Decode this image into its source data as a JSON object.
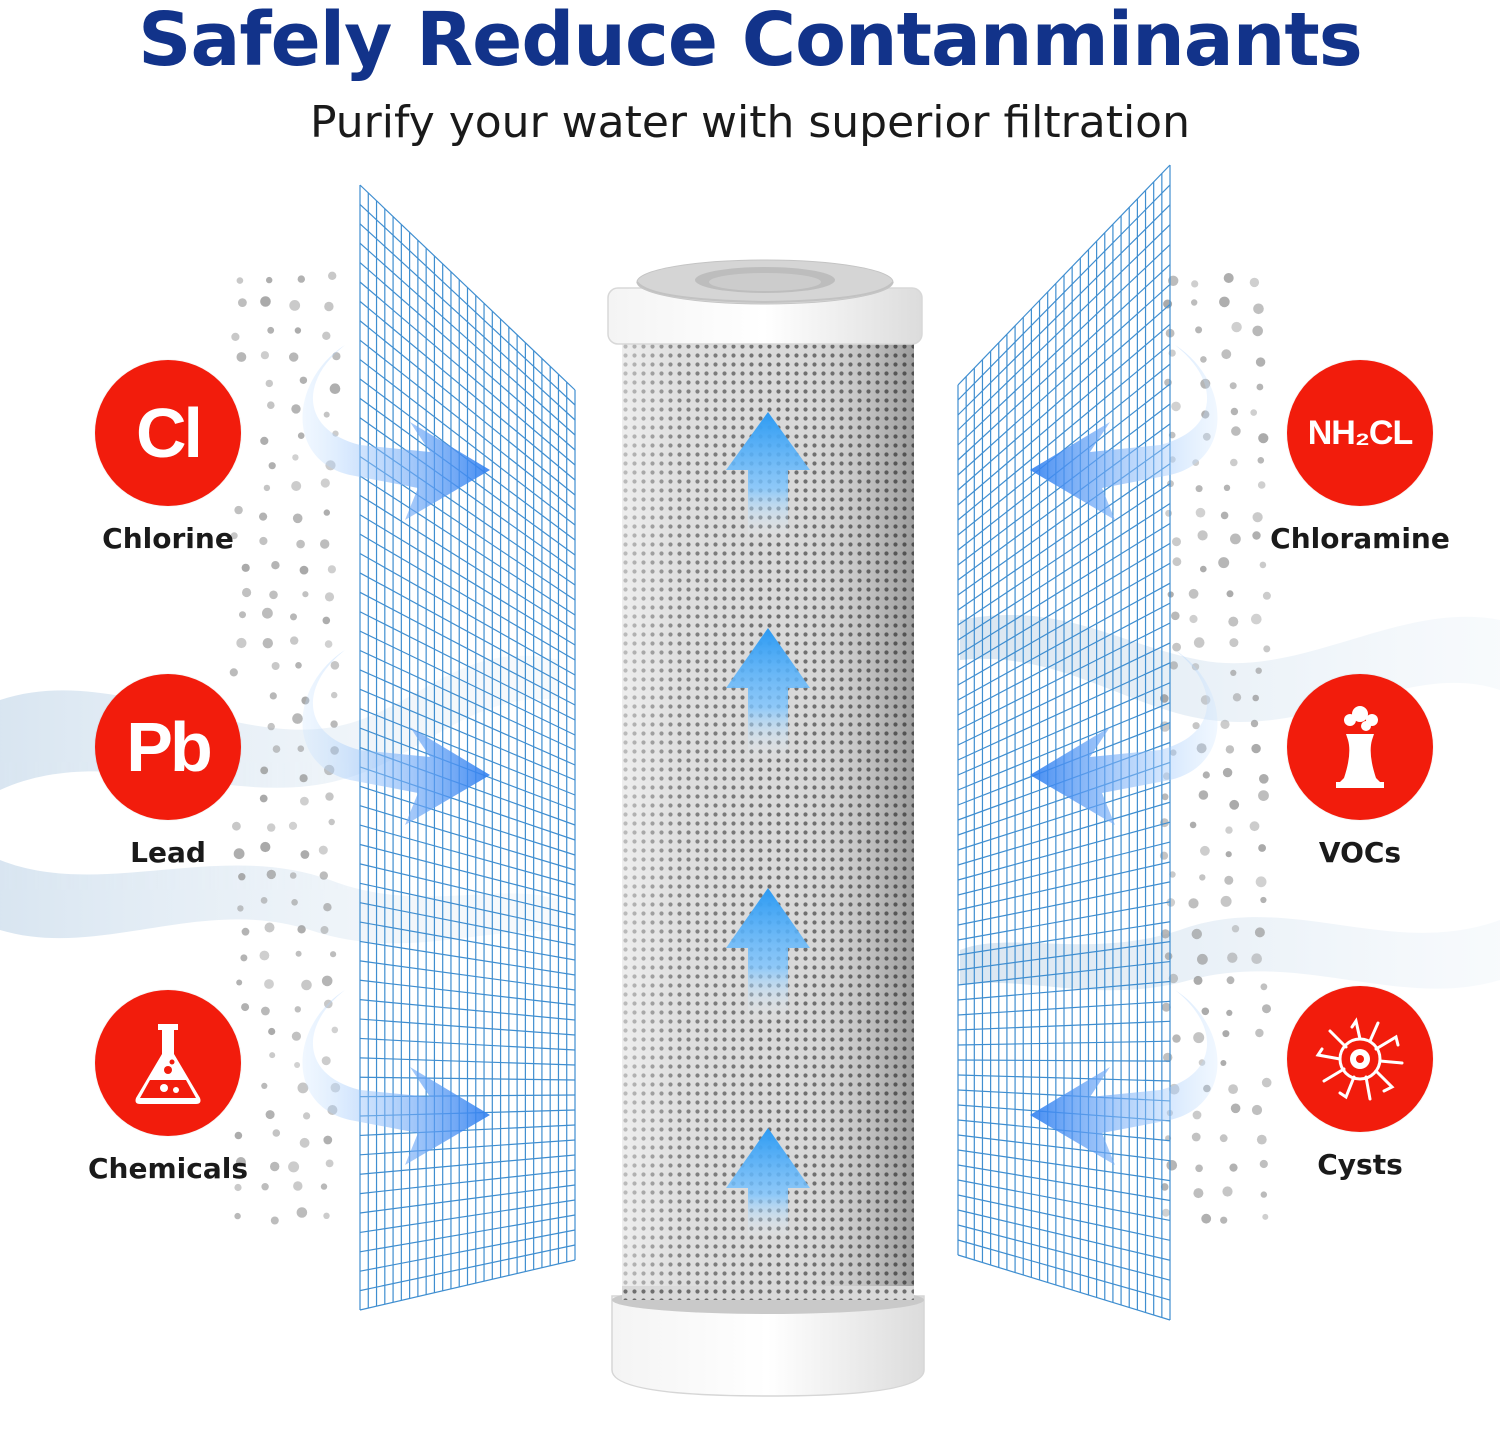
{
  "header": {
    "title": "Safely Reduce Contanminants",
    "subtitle": "Purify your water with superior filtration"
  },
  "contaminants": {
    "left": [
      {
        "symbol": "Cl",
        "label": "Chlorine"
      },
      {
        "symbol": "Pb",
        "label": "Lead"
      },
      {
        "symbol": "",
        "label": "Chemicals"
      }
    ],
    "right": [
      {
        "symbol": "NH₂CL",
        "label": "Chloramine"
      },
      {
        "symbol": "",
        "label": "VOCs"
      },
      {
        "symbol": "",
        "label": "Cysts"
      }
    ]
  },
  "colors": {
    "title": "#12338a",
    "badge": "#f21c0c",
    "mesh": "#3f8ed0",
    "arrow": "#2e8ff0",
    "filter": "#d4d4d4"
  },
  "icons": [
    "flask-icon",
    "smokestack-icon",
    "cyst-icon"
  ]
}
